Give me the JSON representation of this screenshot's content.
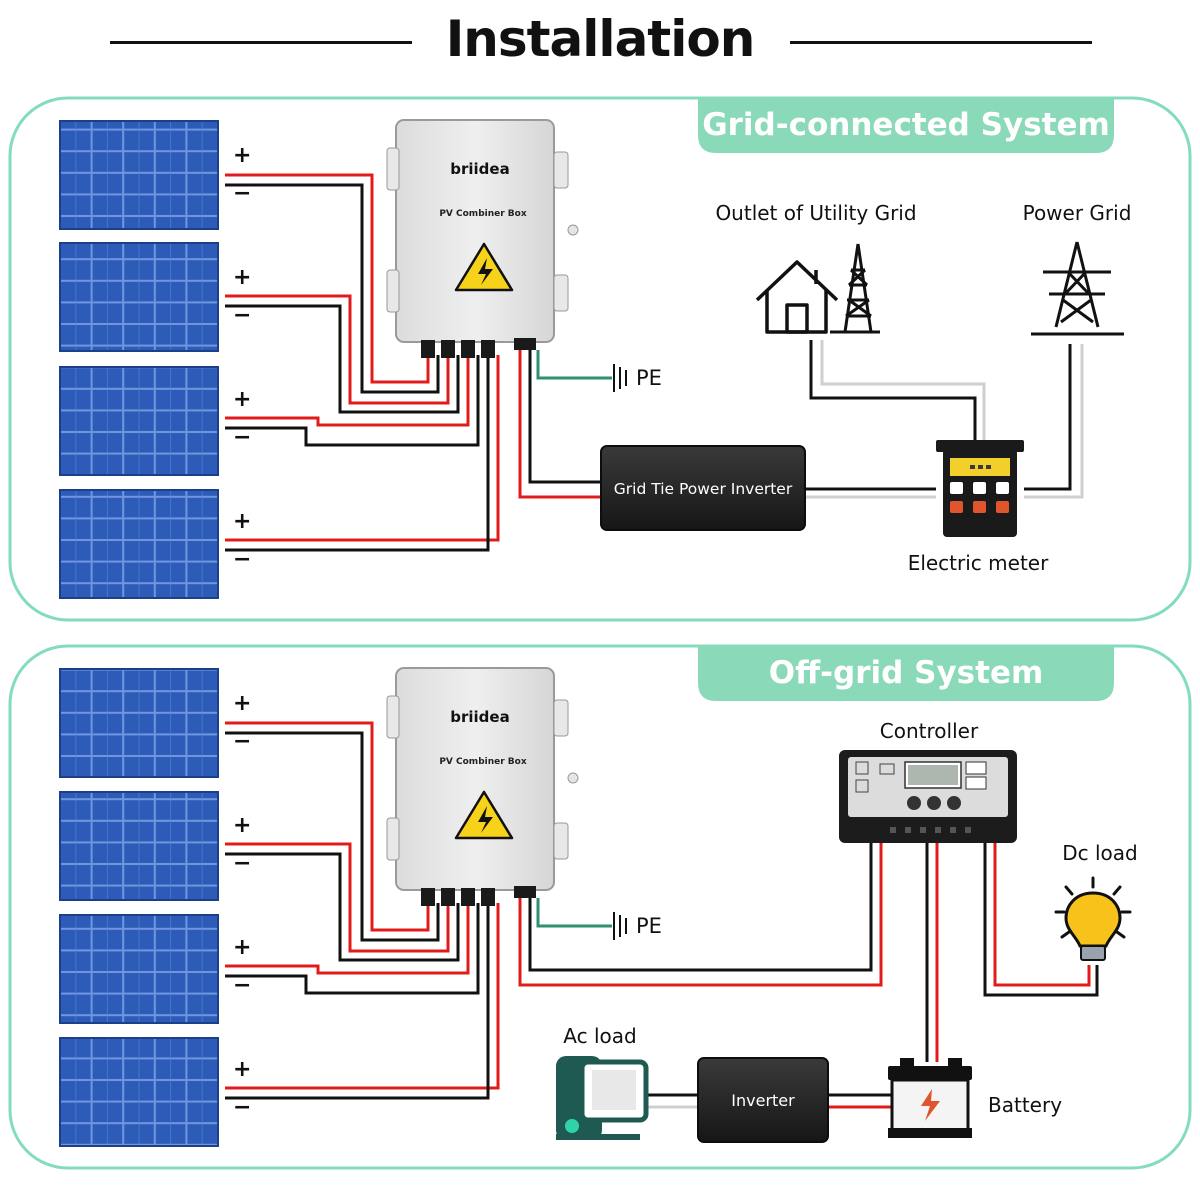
{
  "title": "Installation",
  "colors": {
    "panel_border": "#84dcc0",
    "tab_bg": "#8ad9b9",
    "tab_text": "#ffffff",
    "panel_blue": "#2d5cb8",
    "wire_red": "#e11b1b",
    "wire_black": "#111111",
    "wire_grey": "#cfcfcf",
    "pe_green": "#2f8f6f",
    "warning_yellow": "#f7d21a"
  },
  "grid_system": {
    "tab_label": "Grid-connected System",
    "combiner": {
      "brand": "briidea",
      "label": "PV Combiner Box"
    },
    "panel_signs": {
      "plus": "+",
      "minus": "−"
    },
    "pe_label": "PE",
    "inverter_label": "Grid Tie Power Inverter",
    "outlet_label": "Outlet of Utility Grid",
    "power_grid_label": "Power Grid",
    "meter_label": "Electric meter"
  },
  "offgrid_system": {
    "tab_label": "Off-grid System",
    "combiner": {
      "brand": "briidea",
      "label": "PV Combiner Box"
    },
    "panel_signs": {
      "plus": "+",
      "minus": "−"
    },
    "pe_label": "PE",
    "controller_label": "Controller",
    "dc_load_label": "Dc load",
    "ac_load_label": "Ac load",
    "inverter_label": "Inverter",
    "battery_label": "Battery"
  }
}
